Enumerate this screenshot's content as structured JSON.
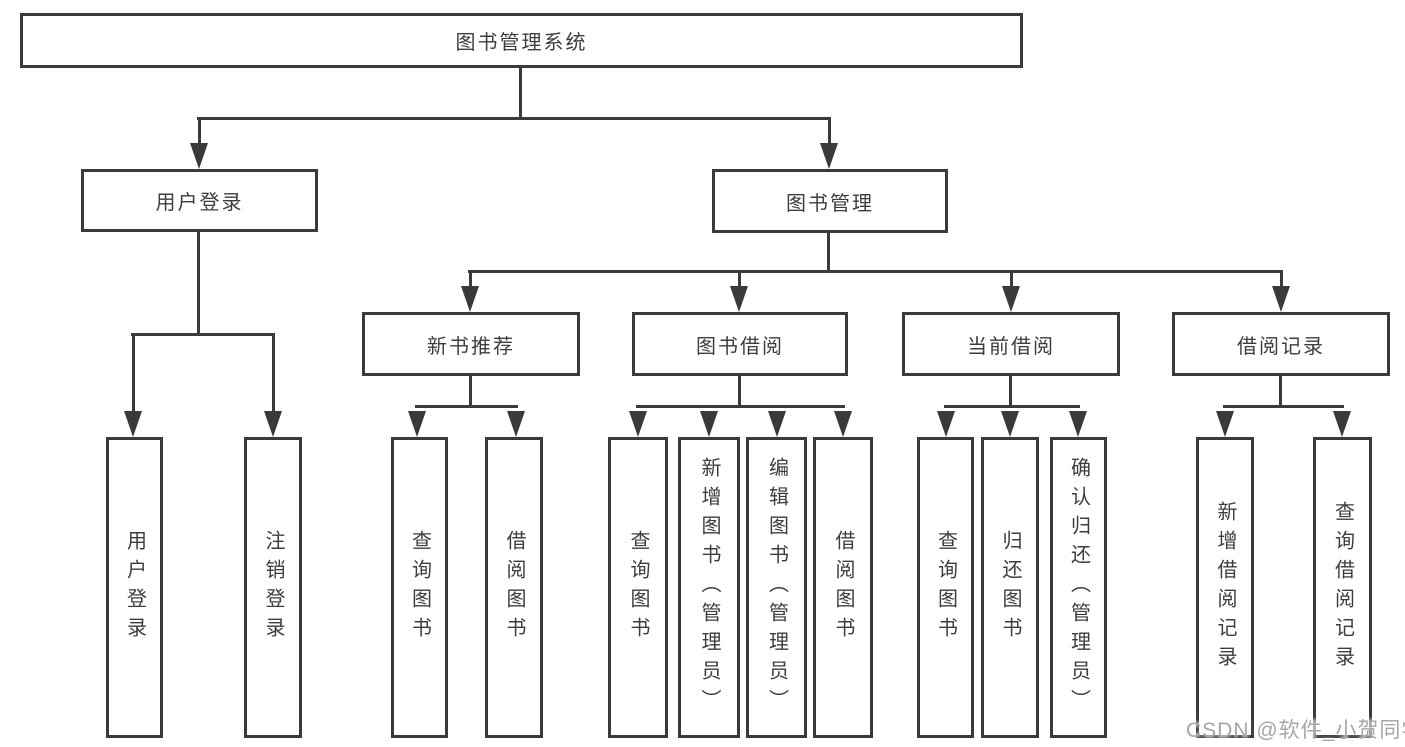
{
  "tree": {
    "label": "图书管理系统",
    "children": [
      {
        "label": "用户登录",
        "children": [
          {
            "label": "用户登录"
          },
          {
            "label": "注销登录"
          }
        ]
      },
      {
        "label": "图书管理",
        "children": [
          {
            "label": "新书推荐",
            "children": [
              {
                "label": "查询图书"
              },
              {
                "label": "借阅图书"
              }
            ]
          },
          {
            "label": "图书借阅",
            "children": [
              {
                "label": "查询图书"
              },
              {
                "label": "新增图书（管理员）"
              },
              {
                "label": "编辑图书（管理员）"
              },
              {
                "label": "借阅图书"
              }
            ]
          },
          {
            "label": "当前借阅",
            "children": [
              {
                "label": "查询图书"
              },
              {
                "label": "归还图书"
              },
              {
                "label": "确认归还（管理员）"
              }
            ]
          },
          {
            "label": "借阅记录",
            "children": [
              {
                "label": "新增借阅记录"
              },
              {
                "label": "查询借阅记录"
              }
            ]
          }
        ]
      }
    ]
  },
  "watermark": {
    "text": "CSDN @软件_小贺同学"
  },
  "colors": {
    "line": "#3a3a3a",
    "text": "#3d3d3d",
    "background": "#ffffff",
    "watermark": "#a6a6a6"
  }
}
